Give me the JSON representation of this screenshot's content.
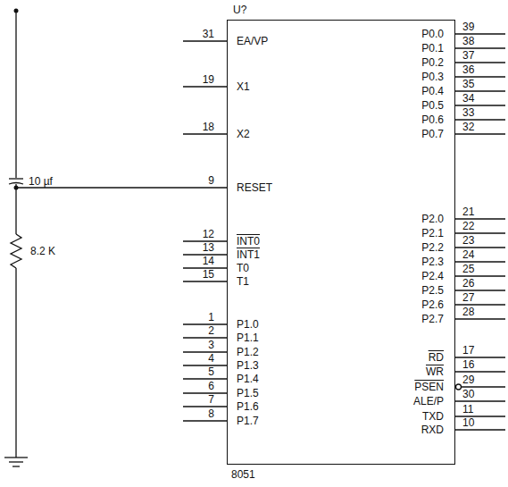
{
  "diagram": {
    "nodes": [
      {
        "text": [
          "U?",
          "EA/VP",
          "X1",
          "X2",
          "RESET",
          "INT0",
          "INT1",
          "T0",
          "T1",
          "P1.0",
          "P1.1",
          "P1.2",
          "P1.3",
          "P1.4",
          "P1.5",
          "P1.6",
          "P1.7",
          "P0.0",
          "P0.1",
          "P0.2",
          "P0.3",
          "P0.4",
          "P0.5",
          "P0.6",
          "P0.7",
          "P2.0",
          "P2.1",
          "P2.2",
          "P2.3",
          "P2.4",
          "P2.5",
          "P2.6",
          "P2.7",
          "RD",
          "WR",
          "PSEN",
          "ALE/P",
          "TXD",
          "RXD",
          "8051"
        ]
      }
    ],
    "labels": [
      "31",
      "19",
      "18",
      "9",
      "12",
      "13",
      "14",
      "15",
      "1",
      "2",
      "3",
      "4",
      "5",
      "6",
      "7",
      "8",
      "39",
      "38",
      "37",
      "36",
      "35",
      "34",
      "33",
      "32",
      "21",
      "22",
      "23",
      "24",
      "25",
      "26",
      "27",
      "28",
      "17",
      "16",
      "29",
      "30",
      "11",
      "10",
      "10 µf",
      "8.2 K"
    ]
  }
}
